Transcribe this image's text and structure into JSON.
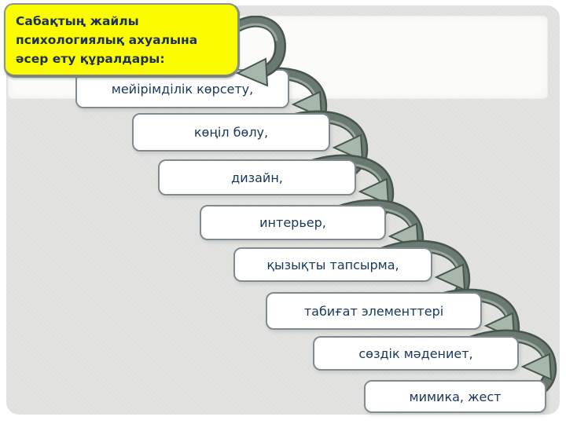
{
  "slide": {
    "callout": {
      "text": "Сабақтың жайлы психологиялық ахуалына әсер ету құралдары:"
    },
    "steps": [
      {
        "label": "мейірімділік көрсету,"
      },
      {
        "label": "көңіл бөлу,"
      },
      {
        "label": "дизайн,"
      },
      {
        "label": "интерьер,"
      },
      {
        "label": "қызықты тапсырма,"
      },
      {
        "label": "табиғат элементтері"
      },
      {
        "label": "сөздік мәдениет,"
      },
      {
        "label": "мимика, жест"
      }
    ],
    "colors": {
      "slide_background": "#e3e3e1",
      "title_band": "#fbfbf9",
      "callout_fill": "#fcfc00",
      "callout_border": "#8b948c",
      "box_fill": "#ffffff",
      "box_border": "#7e8990",
      "text_navy": "#17365d",
      "ribbon_dark": "#6b7a70",
      "ribbon_outline": "#47564d",
      "ribbon_light": "#a8b7ab"
    }
  }
}
